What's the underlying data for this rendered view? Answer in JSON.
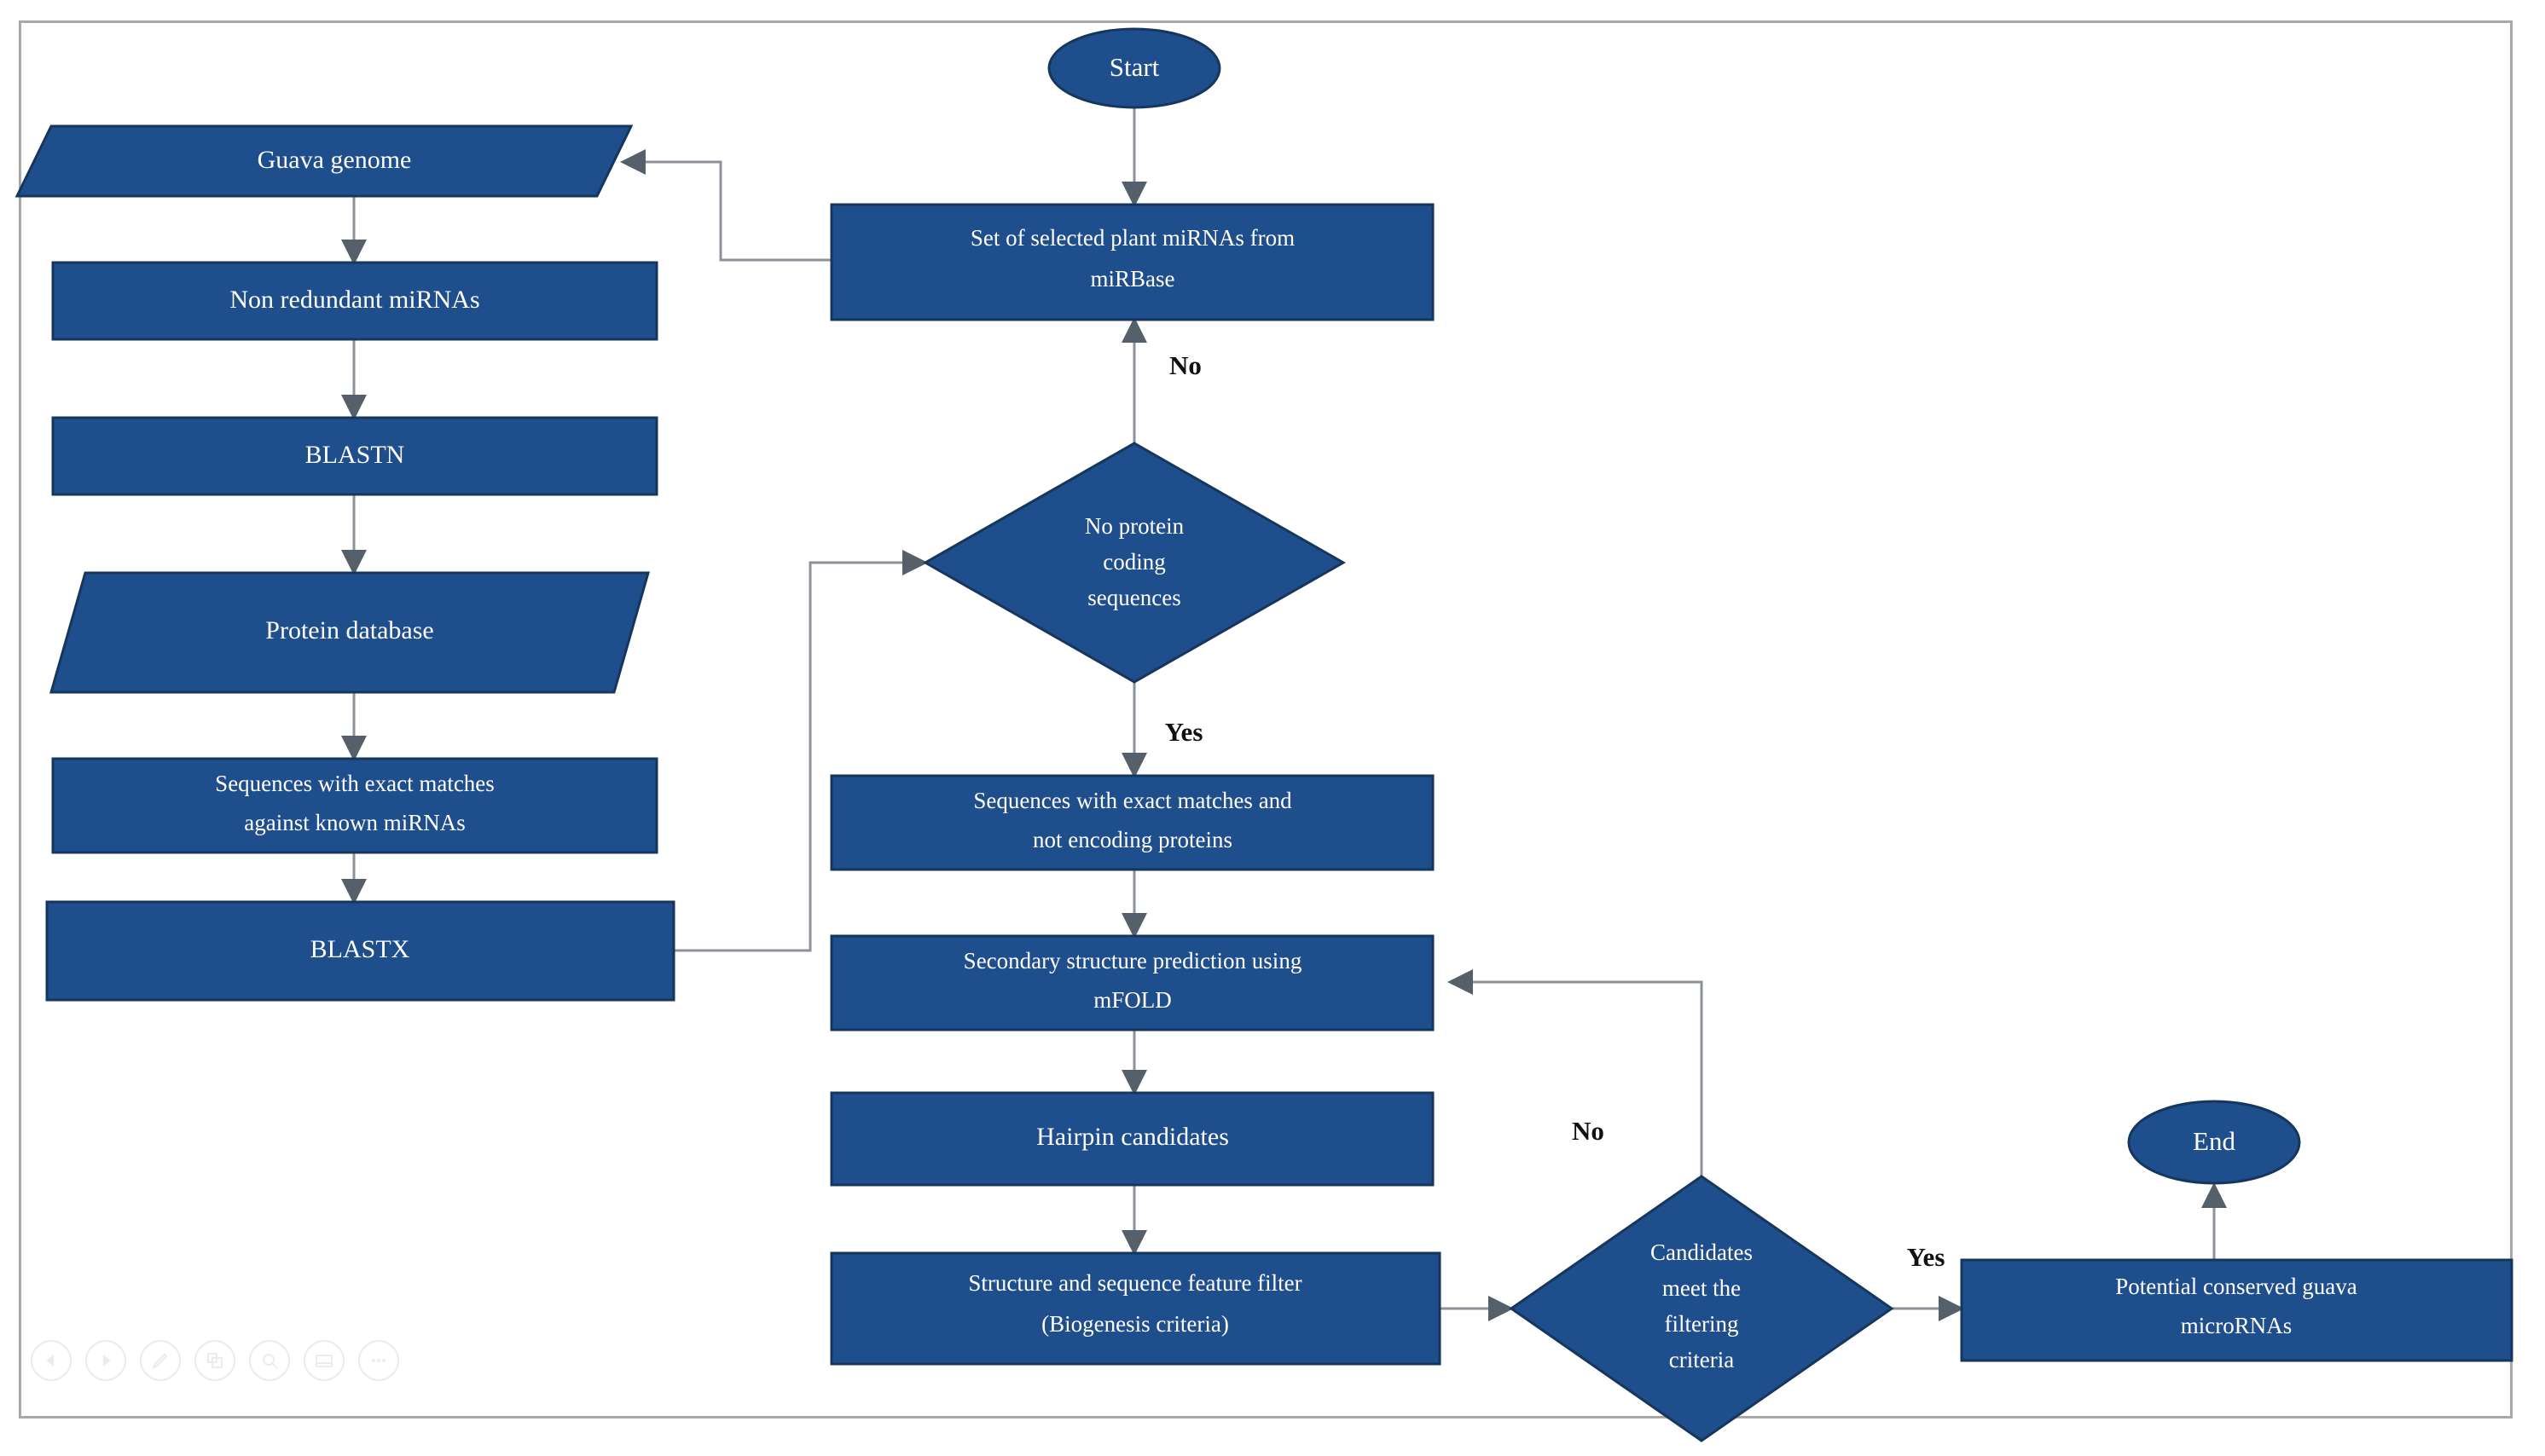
{
  "diagram": {
    "title": "Guava conserved microRNA prediction pipeline flowchart",
    "colors": {
      "node_fill": "#1f4e8c",
      "node_border": "#16365c",
      "connector": "#8c9299",
      "frame": "#a8a8a8",
      "text": "#ffffff",
      "label": "#111111"
    },
    "terminators": [
      {
        "id": "start",
        "label": "Start",
        "shape": "ellipse"
      },
      {
        "id": "end",
        "label": "End",
        "shape": "ellipse"
      }
    ],
    "nodes": [
      {
        "id": "guava-genome",
        "label": "Guava genome",
        "shape": "parallelogram",
        "lines": [
          "Guava genome"
        ]
      },
      {
        "id": "non-redundant",
        "label": "Non redundant miRNAs",
        "shape": "rectangle",
        "lines": [
          "Non redundant miRNAs"
        ]
      },
      {
        "id": "blastn",
        "label": "BLASTN",
        "shape": "rectangle",
        "lines": [
          "BLASTN"
        ]
      },
      {
        "id": "protein-database",
        "label": "Protein database",
        "shape": "parallelogram",
        "lines": [
          "Protein database"
        ]
      },
      {
        "id": "exact-matches",
        "label": "Sequences with exact matches against known miRNAs",
        "shape": "rectangle",
        "lines": [
          "Sequences with exact matches",
          "against known miRNAs"
        ]
      },
      {
        "id": "blastx",
        "label": "BLASTX",
        "shape": "rectangle",
        "lines": [
          "BLASTX"
        ]
      },
      {
        "id": "mirbase-set",
        "label": "Set of selected plant miRNAs from miRBase",
        "shape": "rectangle",
        "lines": [
          "Set of selected plant miRNAs from",
          "miRBase"
        ]
      },
      {
        "id": "no-protein-coding",
        "label": "No protein coding sequences",
        "shape": "diamond",
        "lines": [
          "No protein",
          "coding",
          "sequences"
        ]
      },
      {
        "id": "exact-not-encoding",
        "label": "Sequences with exact matches and not encoding proteins",
        "shape": "rectangle",
        "lines": [
          "Sequences with exact matches and",
          "not encoding proteins"
        ]
      },
      {
        "id": "mfold",
        "label": "Secondary structure prediction using mFOLD",
        "shape": "rectangle",
        "lines": [
          "Secondary structure prediction using",
          "mFOLD"
        ]
      },
      {
        "id": "hairpin-candidates",
        "label": "Hairpin candidates",
        "shape": "rectangle",
        "lines": [
          "Hairpin candidates"
        ]
      },
      {
        "id": "feature-filter",
        "label": "Structure and sequence feature filter (Biogenesis criteria)",
        "shape": "rectangle",
        "lines": [
          "Structure and sequence feature filter",
          "(Biogenesis criteria)"
        ]
      },
      {
        "id": "filtering-criteria",
        "label": "Candidates meet the filtering criteria",
        "shape": "diamond",
        "lines": [
          "Candidates",
          "meet the",
          "filtering",
          "criteria"
        ]
      },
      {
        "id": "potential-mirnas",
        "label": "Potential conserved guava microRNAs",
        "shape": "rectangle",
        "lines": [
          "Potential conserved guava",
          "microRNAs"
        ]
      }
    ],
    "edge_labels": [
      {
        "id": "no-protein-no",
        "text": "No"
      },
      {
        "id": "no-protein-yes",
        "text": "Yes"
      },
      {
        "id": "filtering-no",
        "text": "No"
      },
      {
        "id": "filtering-yes",
        "text": "Yes"
      }
    ],
    "edges": [
      {
        "from": "start",
        "to": "mirbase-set",
        "label": ""
      },
      {
        "from": "mirbase-set",
        "to": "guava-genome",
        "label": ""
      },
      {
        "from": "guava-genome",
        "to": "non-redundant",
        "label": ""
      },
      {
        "from": "non-redundant",
        "to": "blastn",
        "label": ""
      },
      {
        "from": "blastn",
        "to": "protein-database",
        "label": ""
      },
      {
        "from": "protein-database",
        "to": "exact-matches",
        "label": ""
      },
      {
        "from": "exact-matches",
        "to": "blastx",
        "label": ""
      },
      {
        "from": "blastx",
        "to": "no-protein-coding",
        "label": ""
      },
      {
        "from": "no-protein-coding",
        "to": "mirbase-set",
        "label": "No"
      },
      {
        "from": "no-protein-coding",
        "to": "exact-not-encoding",
        "label": "Yes"
      },
      {
        "from": "exact-not-encoding",
        "to": "mfold",
        "label": ""
      },
      {
        "from": "mfold",
        "to": "hairpin-candidates",
        "label": ""
      },
      {
        "from": "hairpin-candidates",
        "to": "feature-filter",
        "label": ""
      },
      {
        "from": "feature-filter",
        "to": "filtering-criteria",
        "label": ""
      },
      {
        "from": "filtering-criteria",
        "to": "mfold",
        "label": "No"
      },
      {
        "from": "filtering-criteria",
        "to": "potential-mirnas",
        "label": "Yes"
      },
      {
        "from": "potential-mirnas",
        "to": "end",
        "label": ""
      }
    ]
  },
  "toolbar": {
    "items": [
      {
        "id": "prev",
        "icon": "previous-icon"
      },
      {
        "id": "next",
        "icon": "play-icon"
      },
      {
        "id": "edit",
        "icon": "pencil-icon"
      },
      {
        "id": "copy",
        "icon": "copy-icon"
      },
      {
        "id": "zoom",
        "icon": "search-icon"
      },
      {
        "id": "window",
        "icon": "window-icon"
      },
      {
        "id": "more",
        "icon": "more-icon"
      }
    ]
  }
}
